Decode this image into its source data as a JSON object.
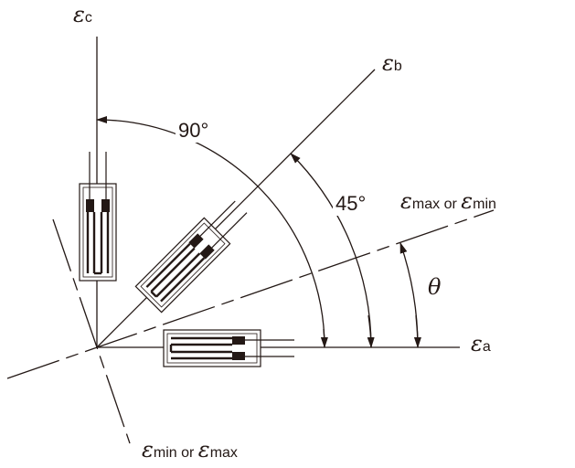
{
  "labels": {
    "eps_c": {
      "symbol": "ε",
      "sub": "c"
    },
    "eps_b": {
      "symbol": "ε",
      "sub": "b"
    },
    "eps_a": {
      "symbol": "ε",
      "sub": "a"
    },
    "eps_max_or_min": {
      "symbol1": "ε",
      "sub1": "max or ",
      "symbol2": "ε",
      "sub2": "min"
    },
    "eps_min_or_max": {
      "symbol1": "ε",
      "sub1": "min or ",
      "symbol2": "ε",
      "sub2": "max"
    },
    "angle_90": "90°",
    "angle_45": "45°",
    "angle_theta": "θ"
  },
  "colors": {
    "line": "#231815"
  }
}
